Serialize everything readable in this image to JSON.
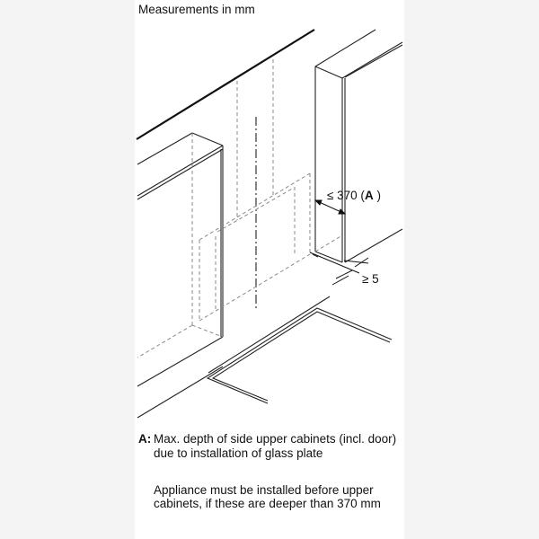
{
  "diagram": {
    "title": "Measurements in mm",
    "dimensions": {
      "depth_label": "≤ 370 (",
      "depth_ref": "A",
      "depth_close": " )",
      "gap_label": "≥ 5"
    },
    "legend": {
      "key": "A:",
      "text": "Max. depth of side upper cabinets (incl. door) due to installation of glass plate"
    },
    "note": "Appliance must be installed before upper cabinets, if these are deeper than 370 mm",
    "colors": {
      "background": "#f4f4f4",
      "panel": "#ffffff",
      "line": "#222222",
      "hidden_line": "#8a8a8a"
    }
  }
}
